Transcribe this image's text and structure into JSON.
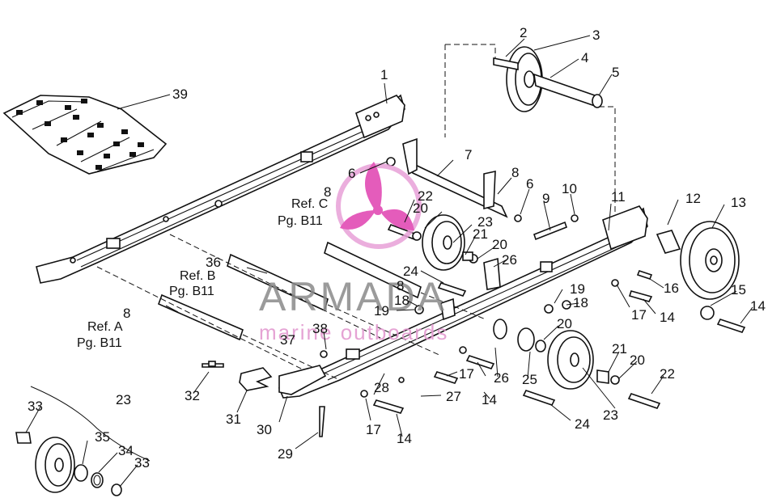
{
  "watermark": {
    "brand": "ARMADA",
    "tagline": "marine outboards",
    "logo_color": "#e040b0"
  },
  "reference_notes": [
    {
      "id": "ref-c",
      "line1": "Ref. C",
      "line2": "Pg. B11"
    },
    {
      "id": "ref-b",
      "line1": "Ref. B",
      "line2": "Pg. B11"
    },
    {
      "id": "ref-a",
      "line1": "Ref. A",
      "line2": "Pg. B11"
    }
  ],
  "callouts": [
    "1",
    "2",
    "3",
    "4",
    "5",
    "6",
    "6",
    "7",
    "8",
    "8",
    "8",
    "8",
    "9",
    "10",
    "11",
    "12",
    "13",
    "14",
    "14",
    "14",
    "14",
    "15",
    "16",
    "17",
    "17",
    "17",
    "18",
    "18",
    "19",
    "19",
    "20",
    "20",
    "20",
    "20",
    "21",
    "21",
    "22",
    "22",
    "23",
    "23",
    "23",
    "24",
    "24",
    "25",
    "26",
    "26",
    "27",
    "28",
    "29",
    "30",
    "31",
    "32",
    "33",
    "33",
    "34",
    "35",
    "36",
    "37",
    "38",
    "39"
  ]
}
